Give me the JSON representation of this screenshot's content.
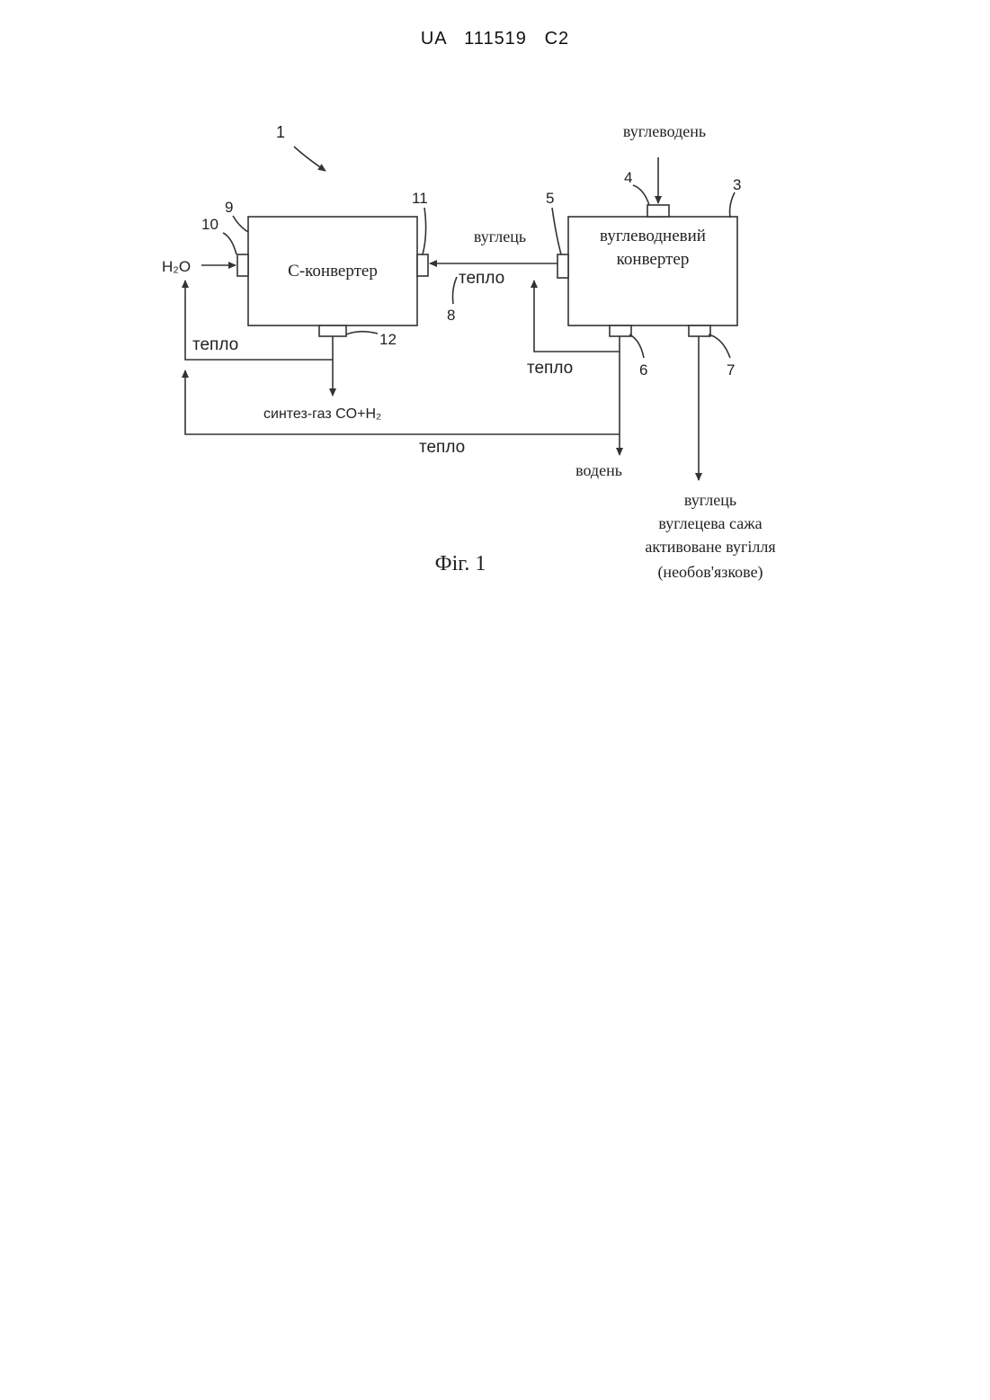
{
  "header": {
    "patent_number": "UA   111519   C2"
  },
  "figure": {
    "caption": "Фіг. 1",
    "ref_system": "1",
    "c_converter": {
      "label": "С-конвертер",
      "ref": "9",
      "inlet_ref": "10",
      "carbon_inlet_ref": "11",
      "outlet_ref": "12"
    },
    "hc_converter": {
      "label_line1": "вуглеводневий",
      "label_line2": "конвертер",
      "ref": "3",
      "hc_inlet_ref": "4",
      "carbon_outlet_ref": "5",
      "hydrogen_outlet_ref": "6",
      "carbon_product_outlet_ref": "7"
    },
    "carbon_line_ref": "8",
    "labels": {
      "hydrocarbon": "вуглеводень",
      "water": "H₂O",
      "carbon": "вуглець",
      "heat_between": "тепло",
      "heat_left": "тепло",
      "heat_right": "тепло",
      "heat_bottom": "тепло",
      "syngas": "синтез-газ  CO+H₂",
      "hydrogen": "водень",
      "products": [
        "вуглець",
        "вуглецева сажа",
        "активоване вугілля",
        "(необов'язкове)"
      ]
    }
  }
}
